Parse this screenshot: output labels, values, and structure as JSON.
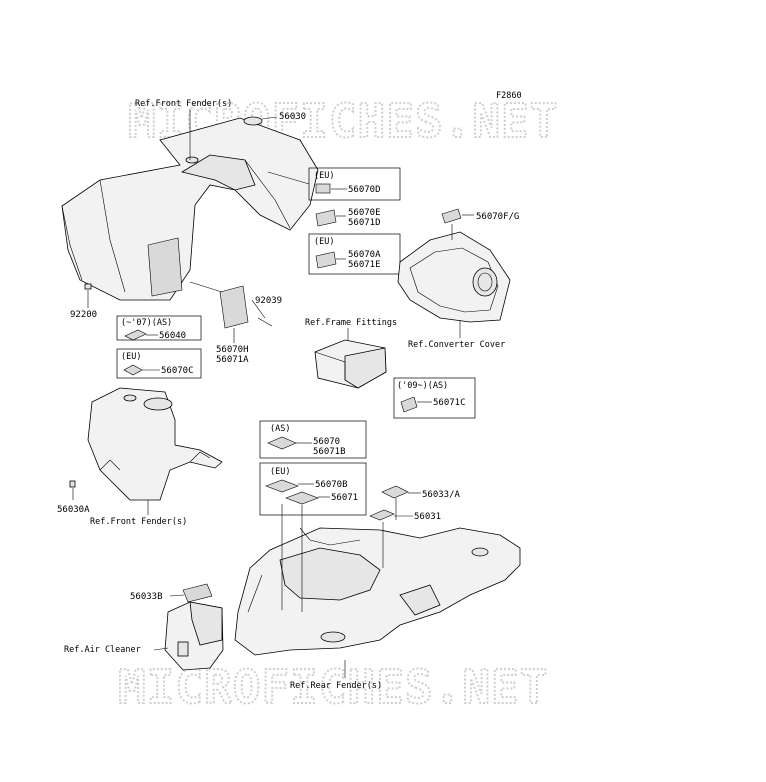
{
  "figure_code": "F2860",
  "watermark": "MICROFICHES.NET",
  "refs": {
    "front_fender_top": "Ref.Front Fender(s)",
    "front_fender_bottom": "Ref.Front Fender(s)",
    "frame_fittings": "Ref.Frame Fittings",
    "converter_cover": "Ref.Converter Cover",
    "air_cleaner": "Ref.Air Cleaner",
    "rear_fender": "Ref.Rear Fender(s)"
  },
  "parts": {
    "p56030": "56030",
    "p56070D": "56070D",
    "p56070E": "56070E",
    "p56071D": "56071D",
    "p56070A": "56070A",
    "p56071E": "56071E",
    "p56070FG": "56070F/G",
    "p92039": "92039",
    "p92200": "92200",
    "p56040": "56040",
    "p56070H": "56070H",
    "p56071A": "56071A",
    "p56070C": "56070C",
    "p56071C": "56071C",
    "p56070": "56070",
    "p56071B": "56071B",
    "p56070B": "56070B",
    "p56071": "56071",
    "p56033A": "56033/A",
    "p56031": "56031",
    "p56030A": "56030A",
    "p56033B": "56033B"
  },
  "variants": {
    "eu_1": "(EU)",
    "eu_2": "(EU)",
    "eu_3": "(EU)",
    "eu_4": "(EU)",
    "as_07": "(~'07)(AS)",
    "as_09": "('09~)(AS)",
    "as": "(AS)"
  }
}
